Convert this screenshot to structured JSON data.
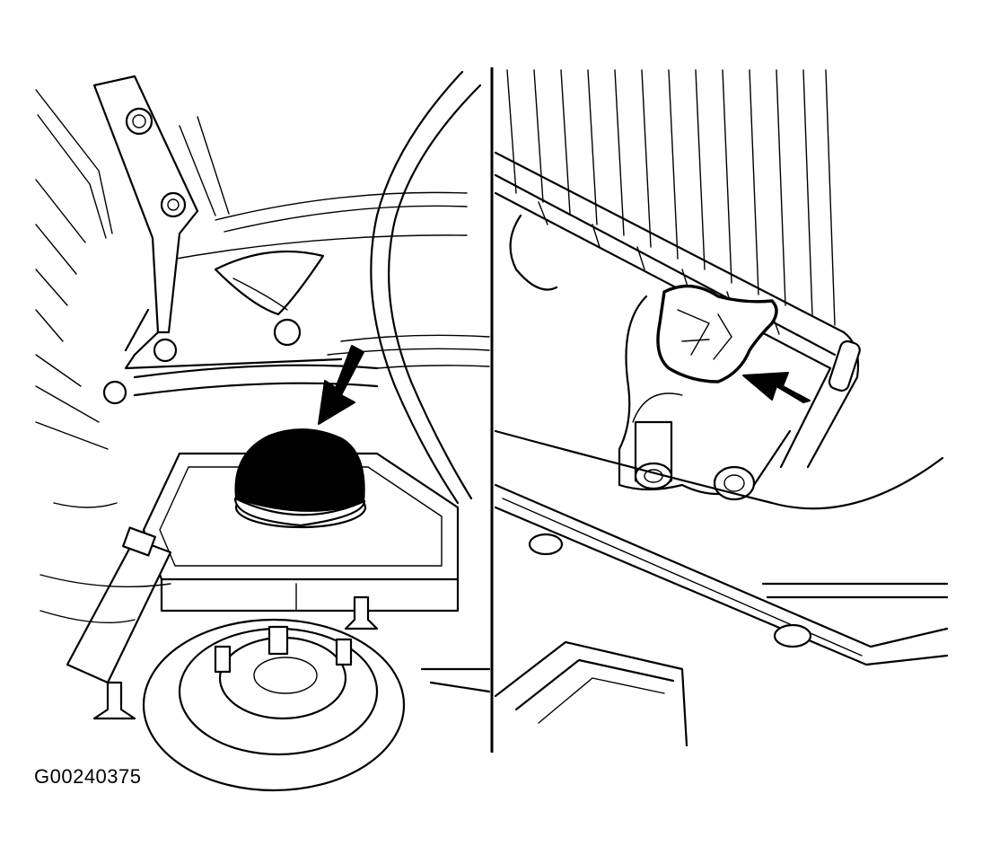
{
  "figure": {
    "id_label": "G00240375",
    "panels": [
      {
        "name": "left-panel",
        "content": "reservoir-with-cap"
      },
      {
        "name": "right-panel",
        "content": "clip-detail"
      }
    ],
    "callouts": [
      "arrow-to-reservoir-cap",
      "arrow-to-clip"
    ],
    "colors": {
      "ink": "#000000",
      "paper": "#ffffff"
    }
  }
}
